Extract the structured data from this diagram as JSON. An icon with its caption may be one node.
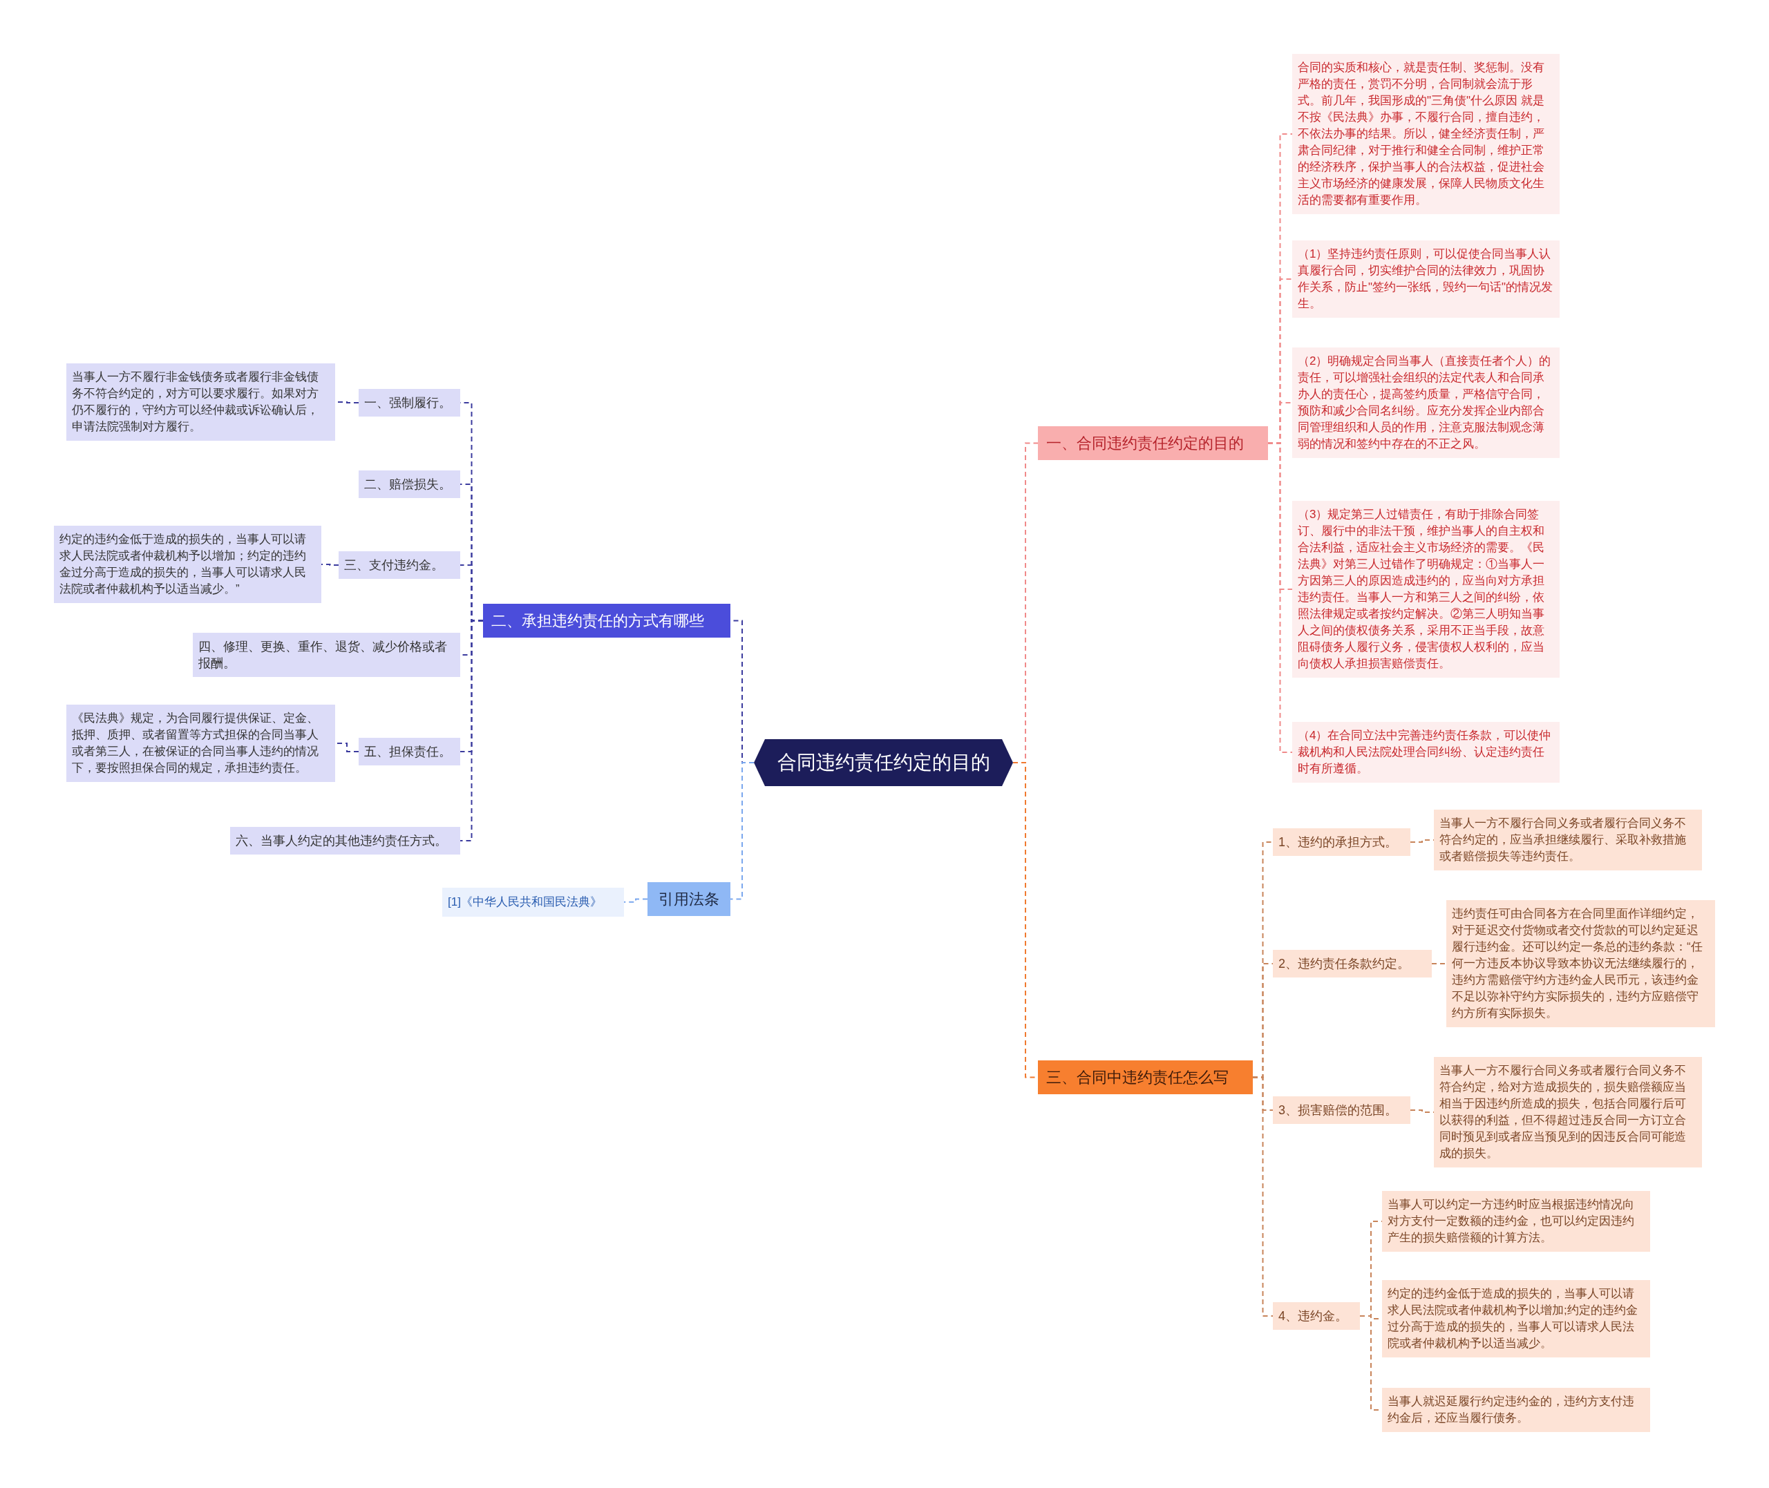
{
  "diagram": {
    "nodes": [
      {
        "text": [
          "合同违约责任约定的目的"
        ]
      },
      {
        "text": [
          "一、合同违约责任约定的目的"
        ]
      },
      {
        "text": [
          "合同的实质和核心，就是责任制、奖惩制。没有严格的责任，赏罚不分明，合同制就会流于形式。前几年，我国形成的\"三角债\"什么原因 就是不按《民法典》办事，不履行合同，擅自违约，不依法办事的结果。所以，健全经济责任制，严肃合同纪律，对于推行和健全合同制，维护正常的经济秩序，保护当事人的合法权益，促进社会主义市场经济的健康发展，保障人民物质文化生活的需要都有重要作用。"
        ]
      },
      {
        "text": [
          "（1）坚持违约责任原则，可以促使合同当事人认真履行合同，切实维护合同的法律效力，巩固协作关系，防止\"签约一张纸，毁约一句话\"的情况发生。"
        ]
      },
      {
        "text": [
          "（2）明确规定合同当事人（直接责任者个人）的责任，可以增强社会组织的法定代表人和合同承办人的责任心，提高签约质量，严格信守合同，预防和减少合同名纠纷。应充分发挥企业内部合同管理组织和人员的作用，注意克服法制观念薄弱的情况和签约中存在的不正之风。"
        ]
      },
      {
        "text": [
          "（3）规定第三人过错责任，有助于排除合同签订、履行中的非法干预，维护当事人的自主权和合法利益，适应社会主义市场经济的需要。《民法典》对第三人过错作了明确规定：①当事人一方因第三人的原因造成违约的，应当向对方承担违约责任。当事人一方和第三人之间的纠纷，依照法律规定或者按约定解决。②第三人明知当事人之间的债权债务关系，采用不正当手段，故意阻碍债务人履行义务，侵害债权人权利的，应当向债权人承担损害赔偿责任。"
        ]
      },
      {
        "text": [
          "（4）在合同立法中完善违约责任条款，可以使仲裁机构和人民法院处理合同纠纷、认定违约责任时有所遵循。"
        ]
      },
      {
        "text": [
          "二、承担违约责任的方式有哪些"
        ]
      },
      {
        "text": [
          "一、强制履行。"
        ]
      },
      {
        "text": [
          "当事人一方不履行非金钱债务或者履行非金钱债务不符合约定的，对方可以要求履行。如果对方仍不履行的，守约方可以经仲裁或诉讼确认后，申请法院强制对方履行。"
        ]
      },
      {
        "text": [
          "二、赔偿损失。"
        ]
      },
      {
        "text": [
          "三、支付违约金。"
        ]
      },
      {
        "text": [
          "约定的违约金低于造成的损失的，当事人可以请求人民法院或者仲裁机构予以增加；约定的违约金过分高于造成的损失的，当事人可以请求人民法院或者仲裁机构予以适当减少。”"
        ]
      },
      {
        "text": [
          "四、修理、更换、重作、退货、减少价格或者报酬。"
        ]
      },
      {
        "text": [
          "五、担保责任。"
        ]
      },
      {
        "text": [
          "《民法典》规定，为合同履行提供保证、定金、抵押、质押、或者留置等方式担保的合同当事人或者第三人，在被保证的合同当事人违约的情况下，要按照担保合同的规定，承担违约责任。"
        ]
      },
      {
        "text": [
          "六、当事人约定的其他违约责任方式。"
        ]
      },
      {
        "text": [
          "引用法条"
        ]
      },
      {
        "text": [
          "[1]《中华人民共和国民法典》"
        ]
      },
      {
        "text": [
          "三、合同中违约责任怎么写"
        ]
      },
      {
        "text": [
          "1、违约的承担方式。"
        ]
      },
      {
        "text": [
          "当事人一方不履行合同义务或者履行合同义务不符合约定的，应当承担继续履行、采取补救措施或者赔偿损失等违约责任。"
        ]
      },
      {
        "text": [
          "2、违约责任条款约定。"
        ]
      },
      {
        "text": [
          "违约责任可由合同各方在合同里面作详细约定，对于延迟交付货物或者交付货款的可以约定延迟履行违约金。还可以约定一条总的违约条款：“任何一方违反本协议导致本协议无法继续履行的，违约方需赔偿守约方违约金人民币元，该违约金不足以弥补守约方实际损失的，违约方应赔偿守约方所有实际损失。"
        ]
      },
      {
        "text": [
          "3、损害赔偿的范围。"
        ]
      },
      {
        "text": [
          "当事人一方不履行合同义务或者履行合同义务不符合约定，给对方造成损失的，损失赔偿额应当相当于因违约所造成的损失，包括合同履行后可以获得的利益，但不得超过违反合同一方订立合同时预见到或者应当预见到的因违反合同可能造成的损失。"
        ]
      },
      {
        "text": [
          "4、违约金。"
        ]
      },
      {
        "text": [
          "当事人可以约定一方违约时应当根据违约情况向对方支付一定数额的违约金，也可以约定因违约产生的损失赔偿额的计算方法。"
        ]
      },
      {
        "text": [
          "约定的违约金低于造成的损失的，当事人可以请求人民法院或者仲裁机构予以增加;约定的违约金过分高于造成的损失的，当事人可以请求人民法院或者仲裁机构予以适当减少。"
        ]
      },
      {
        "text": [
          "当事人就迟延履行约定违约金的，违约方支付违约金后，还应当履行债务。"
        ]
      }
    ],
    "edges": [
      {
        "from": 0,
        "to": 1,
        "arrow": "none",
        "style": "dashed",
        "color": "#f08a8a"
      },
      {
        "from": 1,
        "to": 2,
        "arrow": "none",
        "style": "dashed",
        "color": "#f08a8a"
      },
      {
        "from": 1,
        "to": 3,
        "arrow": "none",
        "style": "dashed",
        "color": "#f08a8a"
      },
      {
        "from": 1,
        "to": 4,
        "arrow": "none",
        "style": "dashed",
        "color": "#f08a8a"
      },
      {
        "from": 1,
        "to": 5,
        "arrow": "none",
        "style": "dashed",
        "color": "#f08a8a"
      },
      {
        "from": 1,
        "to": 6,
        "arrow": "none",
        "style": "dashed",
        "color": "#f08a8a"
      },
      {
        "from": 0,
        "to": 7,
        "arrow": "none",
        "style": "dashed",
        "color": "#3b3b9e"
      },
      {
        "from": 7,
        "to": 8,
        "arrow": "none",
        "style": "dashed",
        "color": "#3b3b9e"
      },
      {
        "from": 8,
        "to": 9,
        "arrow": "none",
        "style": "dashed",
        "color": "#3b3b9e"
      },
      {
        "from": 7,
        "to": 10,
        "arrow": "none",
        "style": "dashed",
        "color": "#3b3b9e"
      },
      {
        "from": 7,
        "to": 11,
        "arrow": "none",
        "style": "dashed",
        "color": "#3b3b9e"
      },
      {
        "from": 11,
        "to": 12,
        "arrow": "none",
        "style": "dashed",
        "color": "#3b3b9e"
      },
      {
        "from": 7,
        "to": 13,
        "arrow": "none",
        "style": "dashed",
        "color": "#3b3b9e"
      },
      {
        "from": 7,
        "to": 14,
        "arrow": "none",
        "style": "dashed",
        "color": "#3b3b9e"
      },
      {
        "from": 14,
        "to": 15,
        "arrow": "none",
        "style": "dashed",
        "color": "#3b3b9e"
      },
      {
        "from": 7,
        "to": 16,
        "arrow": "none",
        "style": "dashed",
        "color": "#3b3b9e"
      },
      {
        "from": 0,
        "to": 17,
        "arrow": "none",
        "style": "dashed",
        "color": "#7aa7ee"
      },
      {
        "from": 17,
        "to": 18,
        "arrow": "none",
        "style": "dashed",
        "color": "#7aa7ee"
      },
      {
        "from": 0,
        "to": 19,
        "arrow": "none",
        "style": "dashed",
        "color": "#f07a30"
      },
      {
        "from": 19,
        "to": 20,
        "arrow": "none",
        "style": "dashed",
        "color": "#c8845a"
      },
      {
        "from": 20,
        "to": 21,
        "arrow": "none",
        "style": "dashed",
        "color": "#c8845a"
      },
      {
        "from": 19,
        "to": 22,
        "arrow": "none",
        "style": "dashed",
        "color": "#c8845a"
      },
      {
        "from": 22,
        "to": 23,
        "arrow": "none",
        "style": "dashed",
        "color": "#c8845a"
      },
      {
        "from": 19,
        "to": 24,
        "arrow": "none",
        "style": "dashed",
        "color": "#c8845a"
      },
      {
        "from": 24,
        "to": 25,
        "arrow": "none",
        "style": "dashed",
        "color": "#c8845a"
      },
      {
        "from": 19,
        "to": 26,
        "arrow": "none",
        "style": "dashed",
        "color": "#c8845a"
      },
      {
        "from": 26,
        "to": 27,
        "arrow": "none",
        "style": "dashed",
        "color": "#c8845a"
      },
      {
        "from": 26,
        "to": 28,
        "arrow": "none",
        "style": "dashed",
        "color": "#c8845a"
      },
      {
        "from": 26,
        "to": 29,
        "arrow": "none",
        "style": "dashed",
        "color": "#c8845a"
      }
    ]
  }
}
